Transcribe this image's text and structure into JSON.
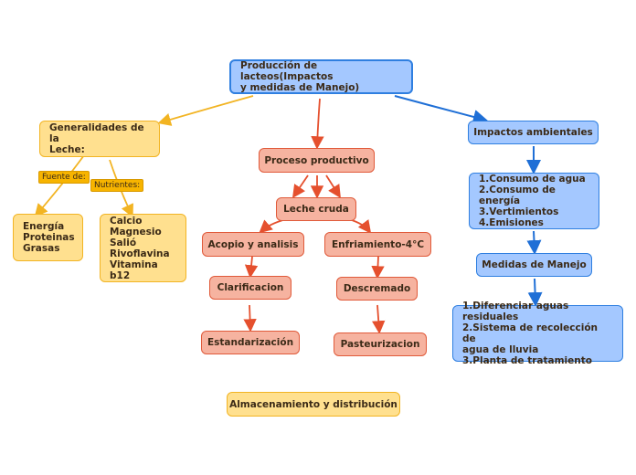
{
  "root": {
    "text": "Producción de lacteos(Impactos\ny medidas de Manejo)"
  },
  "left": {
    "general": "Generalidades de la\nLeche:",
    "tag_source": "Fuente de:",
    "tag_nutrients": "Nutrientes:",
    "sources": "Energía\nProteinas\nGrasas",
    "nutrients": "Calcio\nMagnesio\nSalió\nRivoflavina\nVitamina b12"
  },
  "center": {
    "process": "Proceso productivo",
    "raw_milk": "Leche cruda",
    "collection": "Acopio y analisis",
    "cooling": "Enfriamiento-4°C",
    "clarification": "Clarificacion",
    "skimming": "Descremado",
    "standardization": "Estandarización",
    "pasteurization": "Pasteurizacion",
    "storage": "Almacenamiento y distribución"
  },
  "right": {
    "impacts": "Impactos ambientales",
    "impacts_list": "1.Consumo de agua\n2.Consumo de energía\n3.Vertimientos\n4.Emisiones",
    "measures": "Medidas de Manejo",
    "measures_list": "1.Diferenciar aguas residuales\n2.Sistema de recolección de\nagua de lluvia\n3.Planta de tratamiento"
  },
  "colors": {
    "blue_line": "#1f6fd6",
    "orange_line": "#e5502e",
    "yellow_line": "#f2b423"
  }
}
